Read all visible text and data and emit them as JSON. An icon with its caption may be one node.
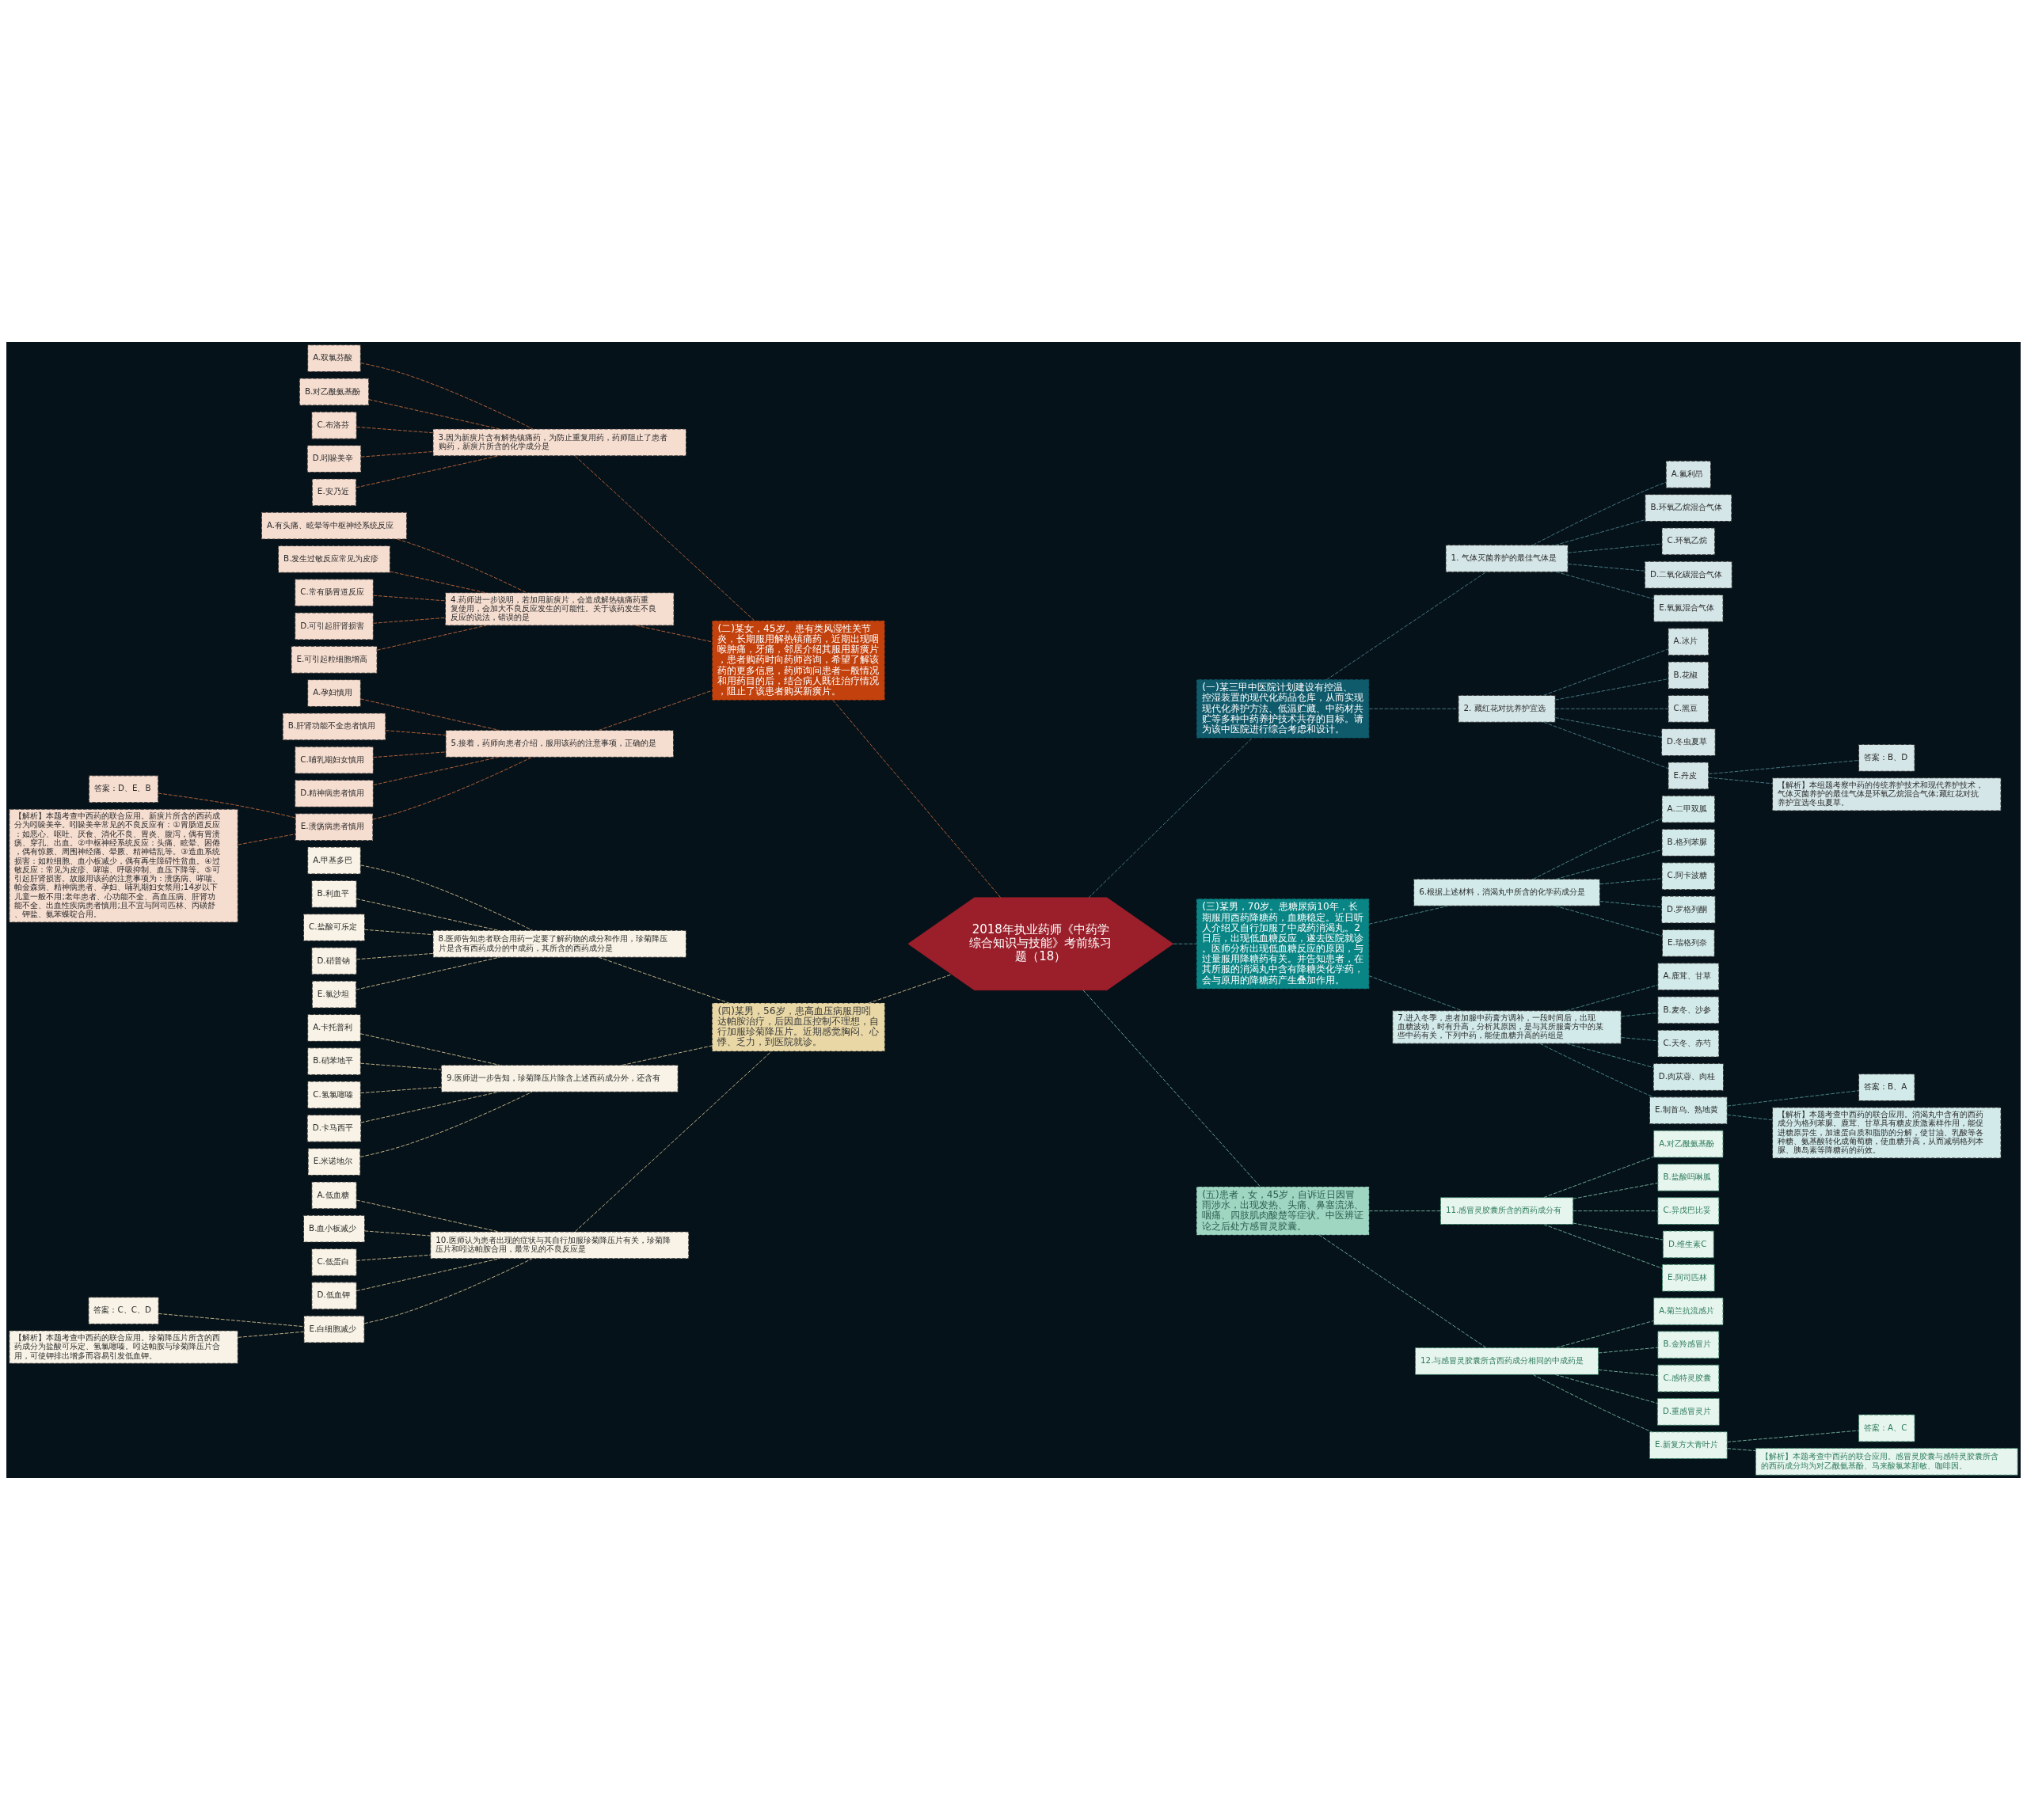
{
  "diagram": {
    "nodes": [
      {
        "text": [
          "2018年执业药师《中药学综合知识与技能》考前练习题（18）"
        ]
      },
      {
        "text": [
          "(二)某女，45岁。患有类风湿性关节炎，长期服用解热镇痛药，近期出现咽喉肿痛，牙痛，邻居介绍其服用新癀片，患者购药时向药师咨询，希望了解该药的更多信息，药师询问患者一般情况和用药目的后，结合病人既往治疗情况，阻止了该患者购买新癀片。"
        ]
      },
      {
        "text": [
          "3.因为新癀片含有解热镇痛药，为防止重复用药，药师阻止了患者购药，新癀片所含的化学成分是"
        ]
      },
      {
        "text": [
          "A.双氯芬酸"
        ]
      },
      {
        "text": [
          "B.对乙酰氨基酚"
        ]
      },
      {
        "text": [
          "C.布洛芬"
        ]
      },
      {
        "text": [
          "D.吲哚美辛"
        ]
      },
      {
        "text": [
          "E.安乃近"
        ]
      },
      {
        "text": [
          "4.药师进一步说明，若加用新癀片，会造成解热镇痛药重复使用，会加大不良反应发生的可能性。关于该药发生不良反应的说法，错误的是"
        ]
      },
      {
        "text": [
          "A.有头痛、眩晕等中枢神经系统反应"
        ]
      },
      {
        "text": [
          "B.发生过敏反应常见为皮疹"
        ]
      },
      {
        "text": [
          "C.常有肠胃道反应"
        ]
      },
      {
        "text": [
          "D.可引起肝肾损害"
        ]
      },
      {
        "text": [
          "E.可引起粒细胞增高"
        ]
      },
      {
        "text": [
          "5.接着，药师向患者介绍，服用该药的注意事项，正确的是"
        ]
      },
      {
        "text": [
          "A.孕妇慎用"
        ]
      },
      {
        "text": [
          "B.肝肾功能不全患者慎用"
        ]
      },
      {
        "text": [
          "C.哺乳期妇女慎用"
        ]
      },
      {
        "text": [
          "D.精神病患者慎用"
        ]
      },
      {
        "text": [
          "E.溃疡病患者慎用"
        ]
      },
      {
        "text": [
          "答案：D、E、B"
        ]
      },
      {
        "text": [
          "【解析】本题考查中西药的联合应用。新癀片所含的西药成分为吲哚美辛。吲哚美辛常见的不良反应有：①胃肠道反应：如恶心、呕吐、厌食、消化不良、胃炎、腹泻，偶有胃溃疡、穿孔、出血。②中枢神经系统反应：头痛、眩晕、困倦，偶有惊厥、周围神经痛、晕厥、精神错乱等。③造血系统损害：如粒细胞、血小板减少，偶有再生障碍性贫血。④过敏反应：常见为皮疹、哮喘、呼吸抑制、血压下降等。⑤可引起肝肾损害。故服用该药的注意事项为：溃疡病、哮喘、帕金森病、精神病患者、孕妇、哺乳期妇女禁用;14岁以下儿童一般不用;老年患者、心功能不全、高血压病、肝肾功能不全、出血性疾病患者慎用;且不宜与阿司匹林、丙磺舒、钾盐、氨苯蝶啶合用。"
        ]
      },
      {
        "text": [
          "(四)某男，56岁，患高血压病服用吲达帕胺治疗，后因血压控制不理想，自行加服珍菊降压片。近期感觉胸闷、心悸、乏力，到医院就诊。"
        ]
      },
      {
        "text": [
          "8.医师告知患者联合用药一定要了解药物的成分和作用，珍菊降压片是含有西药成分的中成药，其所含的西药成分是"
        ]
      },
      {
        "text": [
          "A.甲基多巴"
        ]
      },
      {
        "text": [
          "B.利血平"
        ]
      },
      {
        "text": [
          "C.盐酸可乐定"
        ]
      },
      {
        "text": [
          "D.硝普钠"
        ]
      },
      {
        "text": [
          "E.氯沙坦"
        ]
      },
      {
        "text": [
          "9.医师进一步告知，珍菊降压片除含上述西药成分外，还含有"
        ]
      },
      {
        "text": [
          "A.卡托普利"
        ]
      },
      {
        "text": [
          "B.硝苯地平"
        ]
      },
      {
        "text": [
          "C.氢氯噻嗪"
        ]
      },
      {
        "text": [
          "D.卡马西平"
        ]
      },
      {
        "text": [
          "E.米诺地尔"
        ]
      },
      {
        "text": [
          "10.医师认为患者出现的症状与其自行加服珍菊降压片有关，珍菊降压片和吲达帕胺合用，最常见的不良反应是"
        ]
      },
      {
        "text": [
          "A.低血糖"
        ]
      },
      {
        "text": [
          "B.血小板减少"
        ]
      },
      {
        "text": [
          "C.低蛋白"
        ]
      },
      {
        "text": [
          "D.低血钾"
        ]
      },
      {
        "text": [
          "E.白细胞减少"
        ]
      },
      {
        "text": [
          "答案：C、C、D"
        ]
      },
      {
        "text": [
          "【解析】本题考查中西药的联合应用。珍菊降压片所含的西药成分为盐酸可乐定、氢氯噻嗪。吲达帕胺与珍菊降压片合用，可使钾排出增多而容易引发低血钾。"
        ]
      },
      {
        "text": [
          "(一)某三甲中医院计划建设有控温、控湿装置的现代化药品仓库，从而实现现代化养护方法、低温贮藏、中药材共贮等多种中药养护技术共存的目标。请为该中医院进行综合考虑和设计。"
        ]
      },
      {
        "text": [
          "1. 气体灭菌养护的最佳气体是"
        ]
      },
      {
        "text": [
          "A.氟利昂"
        ]
      },
      {
        "text": [
          "B.环氧乙烷混合气体"
        ]
      },
      {
        "text": [
          "C.环氧乙烷"
        ]
      },
      {
        "text": [
          "D.二氧化碳混合气体"
        ]
      },
      {
        "text": [
          "E.氧氮混合气体"
        ]
      },
      {
        "text": [
          "2. 藏红花对抗养护宜选"
        ]
      },
      {
        "text": [
          "A.冰片"
        ]
      },
      {
        "text": [
          "B.花椒"
        ]
      },
      {
        "text": [
          "C.黑豆"
        ]
      },
      {
        "text": [
          "D.冬虫夏草"
        ]
      },
      {
        "text": [
          "E.丹皮"
        ]
      },
      {
        "text": [
          "答案：B、D"
        ]
      },
      {
        "text": [
          "【解析】本组题考察中药的传统养护技术和现代养护技术，气体灭菌养护的最佳气体是环氧乙烷混合气体;藏红花对抗养护宜选冬虫夏草。"
        ]
      },
      {
        "text": [
          "(三)某男，70岁。患糖尿病10年，长期服用西药降糖药，血糖稳定。近日听人介绍又自行加服了中成药消渴丸。2日后，出现低血糖反应，遂去医院就诊。医师分析出现低血糖反应的原因，与过量服用降糖药有关。并告知患者，在其所服的消渴丸中含有降糖类化学药，会与原用的降糖药产生叠加作用。"
        ]
      },
      {
        "text": [
          "6.根据上述材料，消渴丸中所含的化学药成分是"
        ]
      },
      {
        "text": [
          "A.二甲双胍"
        ]
      },
      {
        "text": [
          "B.格列苯脲"
        ]
      },
      {
        "text": [
          "C.阿卡波糖"
        ]
      },
      {
        "text": [
          "D.罗格列酮"
        ]
      },
      {
        "text": [
          "E.瑞格列奈"
        ]
      },
      {
        "text": [
          "7.进入冬季，患者加服中药膏方调补，一段时间后，出现血糖波动，时有升高，分析其原因，是与其所服膏方中的某些中药有关，下列中药，能使血糖升高的药组是"
        ]
      },
      {
        "text": [
          "A.鹿茸、甘草"
        ]
      },
      {
        "text": [
          "B.麦冬、沙参"
        ]
      },
      {
        "text": [
          "C.天冬、赤芍"
        ]
      },
      {
        "text": [
          "D.肉苁蓉、肉桂"
        ]
      },
      {
        "text": [
          "E.制首乌、熟地黄"
        ]
      },
      {
        "text": [
          "答案：B、A"
        ]
      },
      {
        "text": [
          "【解析】本题考查中西药的联合应用。消渴丸中含有的西药成分为格列苯脲。鹿茸、甘草具有糖皮质激素样作用，能促进糖原异生，加速蛋白质和脂肪的分解，使甘油、乳酸等各种糖、氨基酸转化成葡萄糖，使血糖升高，从而减弱格列本脲、胰岛素等降糖药的药效。"
        ]
      },
      {
        "text": [
          "(五)患者，女，45岁，自诉近日因冒雨涉水，出现发热、头痛、鼻塞流涕、咽痛、四肢肌肉酸楚等症状。中医辨证论之后处方感冒灵胶囊。"
        ]
      },
      {
        "text": [
          "11.感冒灵胶囊所含的西药成分有"
        ]
      },
      {
        "text": [
          "A.对乙酰氨基酚"
        ]
      },
      {
        "text": [
          "B.盐酸吗啉胍"
        ]
      },
      {
        "text": [
          "C.异戊巴比妥"
        ]
      },
      {
        "text": [
          "D.维生素C"
        ]
      },
      {
        "text": [
          "E.阿司匹林"
        ]
      },
      {
        "text": [
          "12.与感冒灵胶囊所含西药成分相同的中成药是"
        ]
      },
      {
        "text": [
          "A.菊兰抗流感片"
        ]
      },
      {
        "text": [
          "B.金羚感冒片"
        ]
      },
      {
        "text": [
          "C.感特灵胶囊"
        ]
      },
      {
        "text": [
          "D.重感冒灵片"
        ]
      },
      {
        "text": [
          "E.新复方大青叶片"
        ]
      },
      {
        "text": [
          "答案：A、C"
        ]
      },
      {
        "text": [
          "【解析】本题考查中西药的联合应用。感冒灵胶囊与感特灵胶囊所含的西药成分均为对乙酰氨基酚、马来酸氯苯那敏、咖啡因。"
        ]
      }
    ],
    "edges": [
      {
        "from": 0,
        "to": 1,
        "arrow": "none",
        "color": "#b8643a"
      },
      {
        "from": 1,
        "to": 2,
        "arrow": "none",
        "color": "#b8643a"
      },
      {
        "from": 2,
        "to": 3,
        "arrow": "none",
        "color": "#b8643a"
      },
      {
        "from": 2,
        "to": 4,
        "arrow": "none",
        "color": "#b8643a"
      },
      {
        "from": 2,
        "to": 5,
        "arrow": "none",
        "color": "#b8643a"
      },
      {
        "from": 2,
        "to": 6,
        "arrow": "none",
        "color": "#b8643a"
      },
      {
        "from": 2,
        "to": 7,
        "arrow": "none",
        "color": "#b8643a"
      },
      {
        "from": 1,
        "to": 8,
        "arrow": "none",
        "color": "#b8643a"
      },
      {
        "from": 8,
        "to": 9,
        "arrow": "none",
        "color": "#b8643a"
      },
      {
        "from": 8,
        "to": 10,
        "arrow": "none",
        "color": "#b8643a"
      },
      {
        "from": 8,
        "to": 11,
        "arrow": "none",
        "color": "#b8643a"
      },
      {
        "from": 8,
        "to": 12,
        "arrow": "none",
        "color": "#b8643a"
      },
      {
        "from": 8,
        "to": 13,
        "arrow": "none",
        "color": "#b8643a"
      },
      {
        "from": 1,
        "to": 14,
        "arrow": "none",
        "color": "#b8643a"
      },
      {
        "from": 14,
        "to": 15,
        "arrow": "none",
        "color": "#b8643a"
      },
      {
        "from": 14,
        "to": 16,
        "arrow": "none",
        "color": "#b8643a"
      },
      {
        "from": 14,
        "to": 17,
        "arrow": "none",
        "color": "#b8643a"
      },
      {
        "from": 14,
        "to": 18,
        "arrow": "none",
        "color": "#b8643a"
      },
      {
        "from": 14,
        "to": 19,
        "arrow": "none",
        "color": "#b8643a"
      },
      {
        "from": 19,
        "to": 20,
        "arrow": "none",
        "color": "#b8643a"
      },
      {
        "from": 19,
        "to": 21,
        "arrow": "none",
        "color": "#b8643a"
      },
      {
        "from": 0,
        "to": 22,
        "arrow": "none",
        "color": "#c8b88a"
      },
      {
        "from": 22,
        "to": 23,
        "arrow": "none",
        "color": "#c8b88a"
      },
      {
        "from": 23,
        "to": 24,
        "arrow": "none",
        "color": "#c8b88a"
      },
      {
        "from": 23,
        "to": 25,
        "arrow": "none",
        "color": "#c8b88a"
      },
      {
        "from": 23,
        "to": 26,
        "arrow": "none",
        "color": "#c8b88a"
      },
      {
        "from": 23,
        "to": 27,
        "arrow": "none",
        "color": "#c8b88a"
      },
      {
        "from": 23,
        "to": 28,
        "arrow": "none",
        "color": "#c8b88a"
      },
      {
        "from": 22,
        "to": 29,
        "arrow": "none",
        "color": "#c8b88a"
      },
      {
        "from": 29,
        "to": 30,
        "arrow": "none",
        "color": "#c8b88a"
      },
      {
        "from": 29,
        "to": 31,
        "arrow": "none",
        "color": "#c8b88a"
      },
      {
        "from": 29,
        "to": 32,
        "arrow": "none",
        "color": "#c8b88a"
      },
      {
        "from": 29,
        "to": 33,
        "arrow": "none",
        "color": "#c8b88a"
      },
      {
        "from": 29,
        "to": 34,
        "arrow": "none",
        "color": "#c8b88a"
      },
      {
        "from": 22,
        "to": 35,
        "arrow": "none",
        "color": "#c8b88a"
      },
      {
        "from": 35,
        "to": 36,
        "arrow": "none",
        "color": "#c8b88a"
      },
      {
        "from": 35,
        "to": 37,
        "arrow": "none",
        "color": "#c8b88a"
      },
      {
        "from": 35,
        "to": 38,
        "arrow": "none",
        "color": "#c8b88a"
      },
      {
        "from": 35,
        "to": 39,
        "arrow": "none",
        "color": "#c8b88a"
      },
      {
        "from": 35,
        "to": 40,
        "arrow": "none",
        "color": "#c8b88a"
      },
      {
        "from": 40,
        "to": 41,
        "arrow": "none",
        "color": "#c8b88a"
      },
      {
        "from": 40,
        "to": 42,
        "arrow": "none",
        "color": "#c8b88a"
      },
      {
        "from": 0,
        "to": 43,
        "arrow": "none",
        "color": "#4a7d86"
      },
      {
        "from": 43,
        "to": 44,
        "arrow": "none",
        "color": "#4a7d86"
      },
      {
        "from": 44,
        "to": 45,
        "arrow": "none",
        "color": "#4a7d86"
      },
      {
        "from": 44,
        "to": 46,
        "arrow": "none",
        "color": "#4a7d86"
      },
      {
        "from": 44,
        "to": 47,
        "arrow": "none",
        "color": "#4a7d86"
      },
      {
        "from": 44,
        "to": 48,
        "arrow": "none",
        "color": "#4a7d86"
      },
      {
        "from": 44,
        "to": 49,
        "arrow": "none",
        "color": "#4a7d86"
      },
      {
        "from": 43,
        "to": 50,
        "arrow": "none",
        "color": "#4a7d86"
      },
      {
        "from": 50,
        "to": 51,
        "arrow": "none",
        "color": "#4a7d86"
      },
      {
        "from": 50,
        "to": 52,
        "arrow": "none",
        "color": "#4a7d86"
      },
      {
        "from": 50,
        "to": 53,
        "arrow": "none",
        "color": "#4a7d86"
      },
      {
        "from": 50,
        "to": 54,
        "arrow": "none",
        "color": "#4a7d86"
      },
      {
        "from": 50,
        "to": 55,
        "arrow": "none",
        "color": "#4a7d86"
      },
      {
        "from": 55,
        "to": 56,
        "arrow": "none",
        "color": "#4a7d86"
      },
      {
        "from": 55,
        "to": 57,
        "arrow": "none",
        "color": "#4a7d86"
      },
      {
        "from": 0,
        "to": 58,
        "arrow": "none",
        "color": "#4a8c8c"
      },
      {
        "from": 58,
        "to": 59,
        "arrow": "none",
        "color": "#4a8c8c"
      },
      {
        "from": 59,
        "to": 60,
        "arrow": "none",
        "color": "#4a8c8c"
      },
      {
        "from": 59,
        "to": 61,
        "arrow": "none",
        "color": "#4a8c8c"
      },
      {
        "from": 59,
        "to": 62,
        "arrow": "none",
        "color": "#4a8c8c"
      },
      {
        "from": 59,
        "to": 63,
        "arrow": "none",
        "color": "#4a8c8c"
      },
      {
        "from": 59,
        "to": 64,
        "arrow": "none",
        "color": "#4a8c8c"
      },
      {
        "from": 58,
        "to": 65,
        "arrow": "none",
        "color": "#4a8c8c"
      },
      {
        "from": 65,
        "to": 66,
        "arrow": "none",
        "color": "#4a8c8c"
      },
      {
        "from": 65,
        "to": 67,
        "arrow": "none",
        "color": "#4a8c8c"
      },
      {
        "from": 65,
        "to": 68,
        "arrow": "none",
        "color": "#4a8c8c"
      },
      {
        "from": 65,
        "to": 69,
        "arrow": "none",
        "color": "#4a8c8c"
      },
      {
        "from": 65,
        "to": 70,
        "arrow": "none",
        "color": "#4a8c8c"
      },
      {
        "from": 70,
        "to": 71,
        "arrow": "none",
        "color": "#4a8c8c"
      },
      {
        "from": 70,
        "to": 72,
        "arrow": "none",
        "color": "#4a8c8c"
      },
      {
        "from": 0,
        "to": 73,
        "arrow": "none",
        "color": "#6fae98"
      },
      {
        "from": 73,
        "to": 74,
        "arrow": "none",
        "color": "#6fae98"
      },
      {
        "from": 74,
        "to": 75,
        "arrow": "none",
        "color": "#6fae98"
      },
      {
        "from": 74,
        "to": 76,
        "arrow": "none",
        "color": "#6fae98"
      },
      {
        "from": 74,
        "to": 77,
        "arrow": "none",
        "color": "#6fae98"
      },
      {
        "from": 74,
        "to": 78,
        "arrow": "none",
        "color": "#6fae98"
      },
      {
        "from": 74,
        "to": 79,
        "arrow": "none",
        "color": "#6fae98"
      },
      {
        "from": 73,
        "to": 80,
        "arrow": "none",
        "color": "#6fae98"
      },
      {
        "from": 80,
        "to": 81,
        "arrow": "none",
        "color": "#6fae98"
      },
      {
        "from": 80,
        "to": 82,
        "arrow": "none",
        "color": "#6fae98"
      },
      {
        "from": 80,
        "to": 83,
        "arrow": "none",
        "color": "#6fae98"
      },
      {
        "from": 80,
        "to": 84,
        "arrow": "none",
        "color": "#6fae98"
      },
      {
        "from": 80,
        "to": 85,
        "arrow": "none",
        "color": "#6fae98"
      },
      {
        "from": 85,
        "to": 86,
        "arrow": "none",
        "color": "#6fae98"
      },
      {
        "from": 85,
        "to": 87,
        "arrow": "none",
        "color": "#6fae98"
      }
    ]
  }
}
